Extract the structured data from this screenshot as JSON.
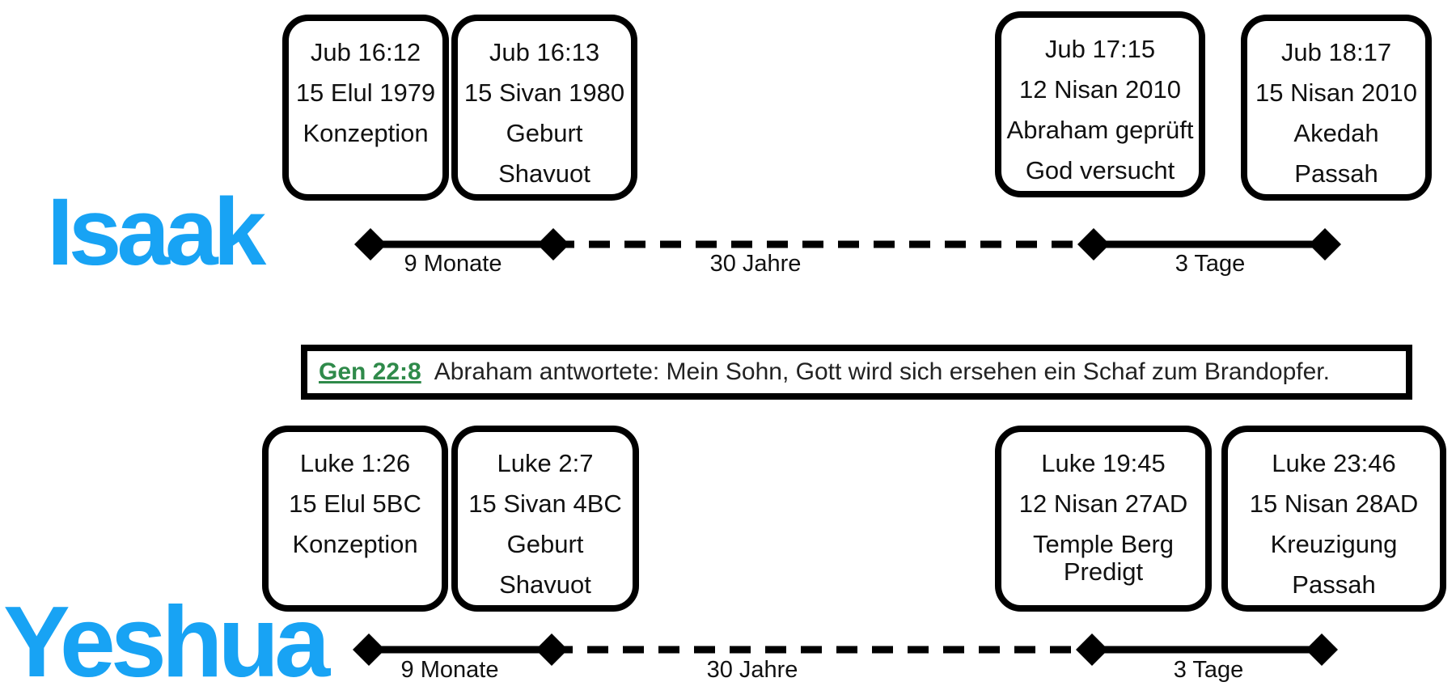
{
  "isaak": {
    "name": "Isaak",
    "events": [
      {
        "ref": "Jub 16:12",
        "date": "15 Elul 1979",
        "lines": [
          "Konzeption"
        ]
      },
      {
        "ref": "Jub 16:13",
        "date": "15 Sivan 1980",
        "lines": [
          "Geburt",
          "Shavuot"
        ]
      },
      {
        "ref": "Jub 17:15",
        "date": "12 Nisan 2010",
        "lines": [
          "Abraham geprüft",
          "God versucht"
        ]
      },
      {
        "ref": "Jub 18:17",
        "date": "15 Nisan 2010",
        "lines": [
          "Akedah",
          "Passah"
        ]
      }
    ],
    "intervals": [
      "9 Monate",
      "30 Jahre",
      "3 Tage"
    ]
  },
  "quote": {
    "ref": "Gen 22:8",
    "text": "Abraham antwortete: Mein Sohn, Gott wird sich ersehen ein Schaf zum Brandopfer."
  },
  "yeshua": {
    "name": "Yeshua",
    "events": [
      {
        "ref": "Luke 1:26",
        "date": "15 Elul 5BC",
        "lines": [
          "Konzeption"
        ]
      },
      {
        "ref": "Luke 2:7",
        "date": "15 Sivan 4BC",
        "lines": [
          "Geburt",
          "Shavuot"
        ]
      },
      {
        "ref": "Luke 19:45",
        "date": "12 Nisan 27AD",
        "lines": [
          "Temple Berg",
          "Predigt"
        ]
      },
      {
        "ref": "Luke 23:46",
        "date": "15 Nisan 28AD",
        "lines": [
          "Kreuzigung",
          "Passah"
        ]
      }
    ],
    "intervals": [
      "9 Monate",
      "30 Jahre",
      "3 Tage"
    ]
  },
  "colors": {
    "name": "#18a3f4",
    "ref_link": "#2f8a4a",
    "line": "#000000"
  }
}
